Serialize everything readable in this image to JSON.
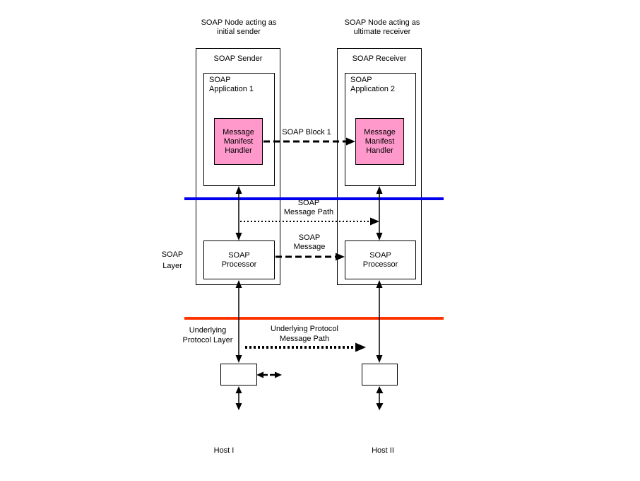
{
  "colors": {
    "handler_fill": "#FF99CC",
    "soap_layer_divider": "#0000EE",
    "underlying_layer_divider": "#FF3300",
    "line": "#000000"
  },
  "sender": {
    "caption": "SOAP Node acting as\ninitial sender",
    "title": "SOAP Sender",
    "application_title": "SOAP\nApplication 1",
    "handler_label": "Message\nManifest\nHandler",
    "processor_label": "SOAP\nProcessor",
    "host_label": "Host I"
  },
  "receiver": {
    "caption": "SOAP Node acting as\nultimate receiver",
    "title": "SOAP Receiver",
    "application_title": "SOAP\nApplication 2",
    "handler_label": "Message\nManifest\nHandler",
    "processor_label": "SOAP\nProcessor",
    "host_label": "Host II"
  },
  "arrows": {
    "soap_block_label": "SOAP Block 1",
    "soap_message_path_label": "SOAP\nMessage Path",
    "soap_message_label": "SOAP\nMessage",
    "underlying_path_label": "Underlying Protocol\nMessage Path"
  },
  "layers": {
    "soap_layer_label": "SOAP\nLayer",
    "underlying_layer_label": "Underlying\nProtocol Layer"
  }
}
